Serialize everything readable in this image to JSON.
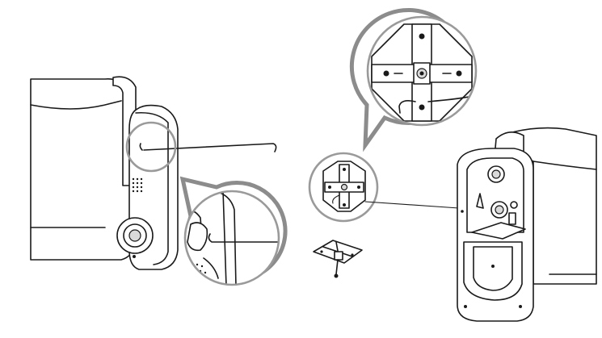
{
  "figure": {
    "kind": "installation-diagram",
    "colors": {
      "line": "#1a1a1a",
      "callout_border": "#8c8c8c",
      "background": "#ffffff"
    },
    "parts": [
      {
        "name": "left-camera-unit",
        "view": "side"
      },
      {
        "name": "right-camera-unit",
        "view": "back"
      },
      {
        "name": "mounting-bracket",
        "view": "front"
      },
      {
        "name": "mounting-bracket-loose",
        "view": "angled"
      },
      {
        "name": "pull-wire-hook",
        "view": "side"
      }
    ],
    "callouts": [
      {
        "name": "bracket-detail-callout",
        "detail": "mounting-bracket"
      },
      {
        "name": "hook-detail-callout",
        "detail": "wire-hook-at-slot"
      }
    ]
  }
}
